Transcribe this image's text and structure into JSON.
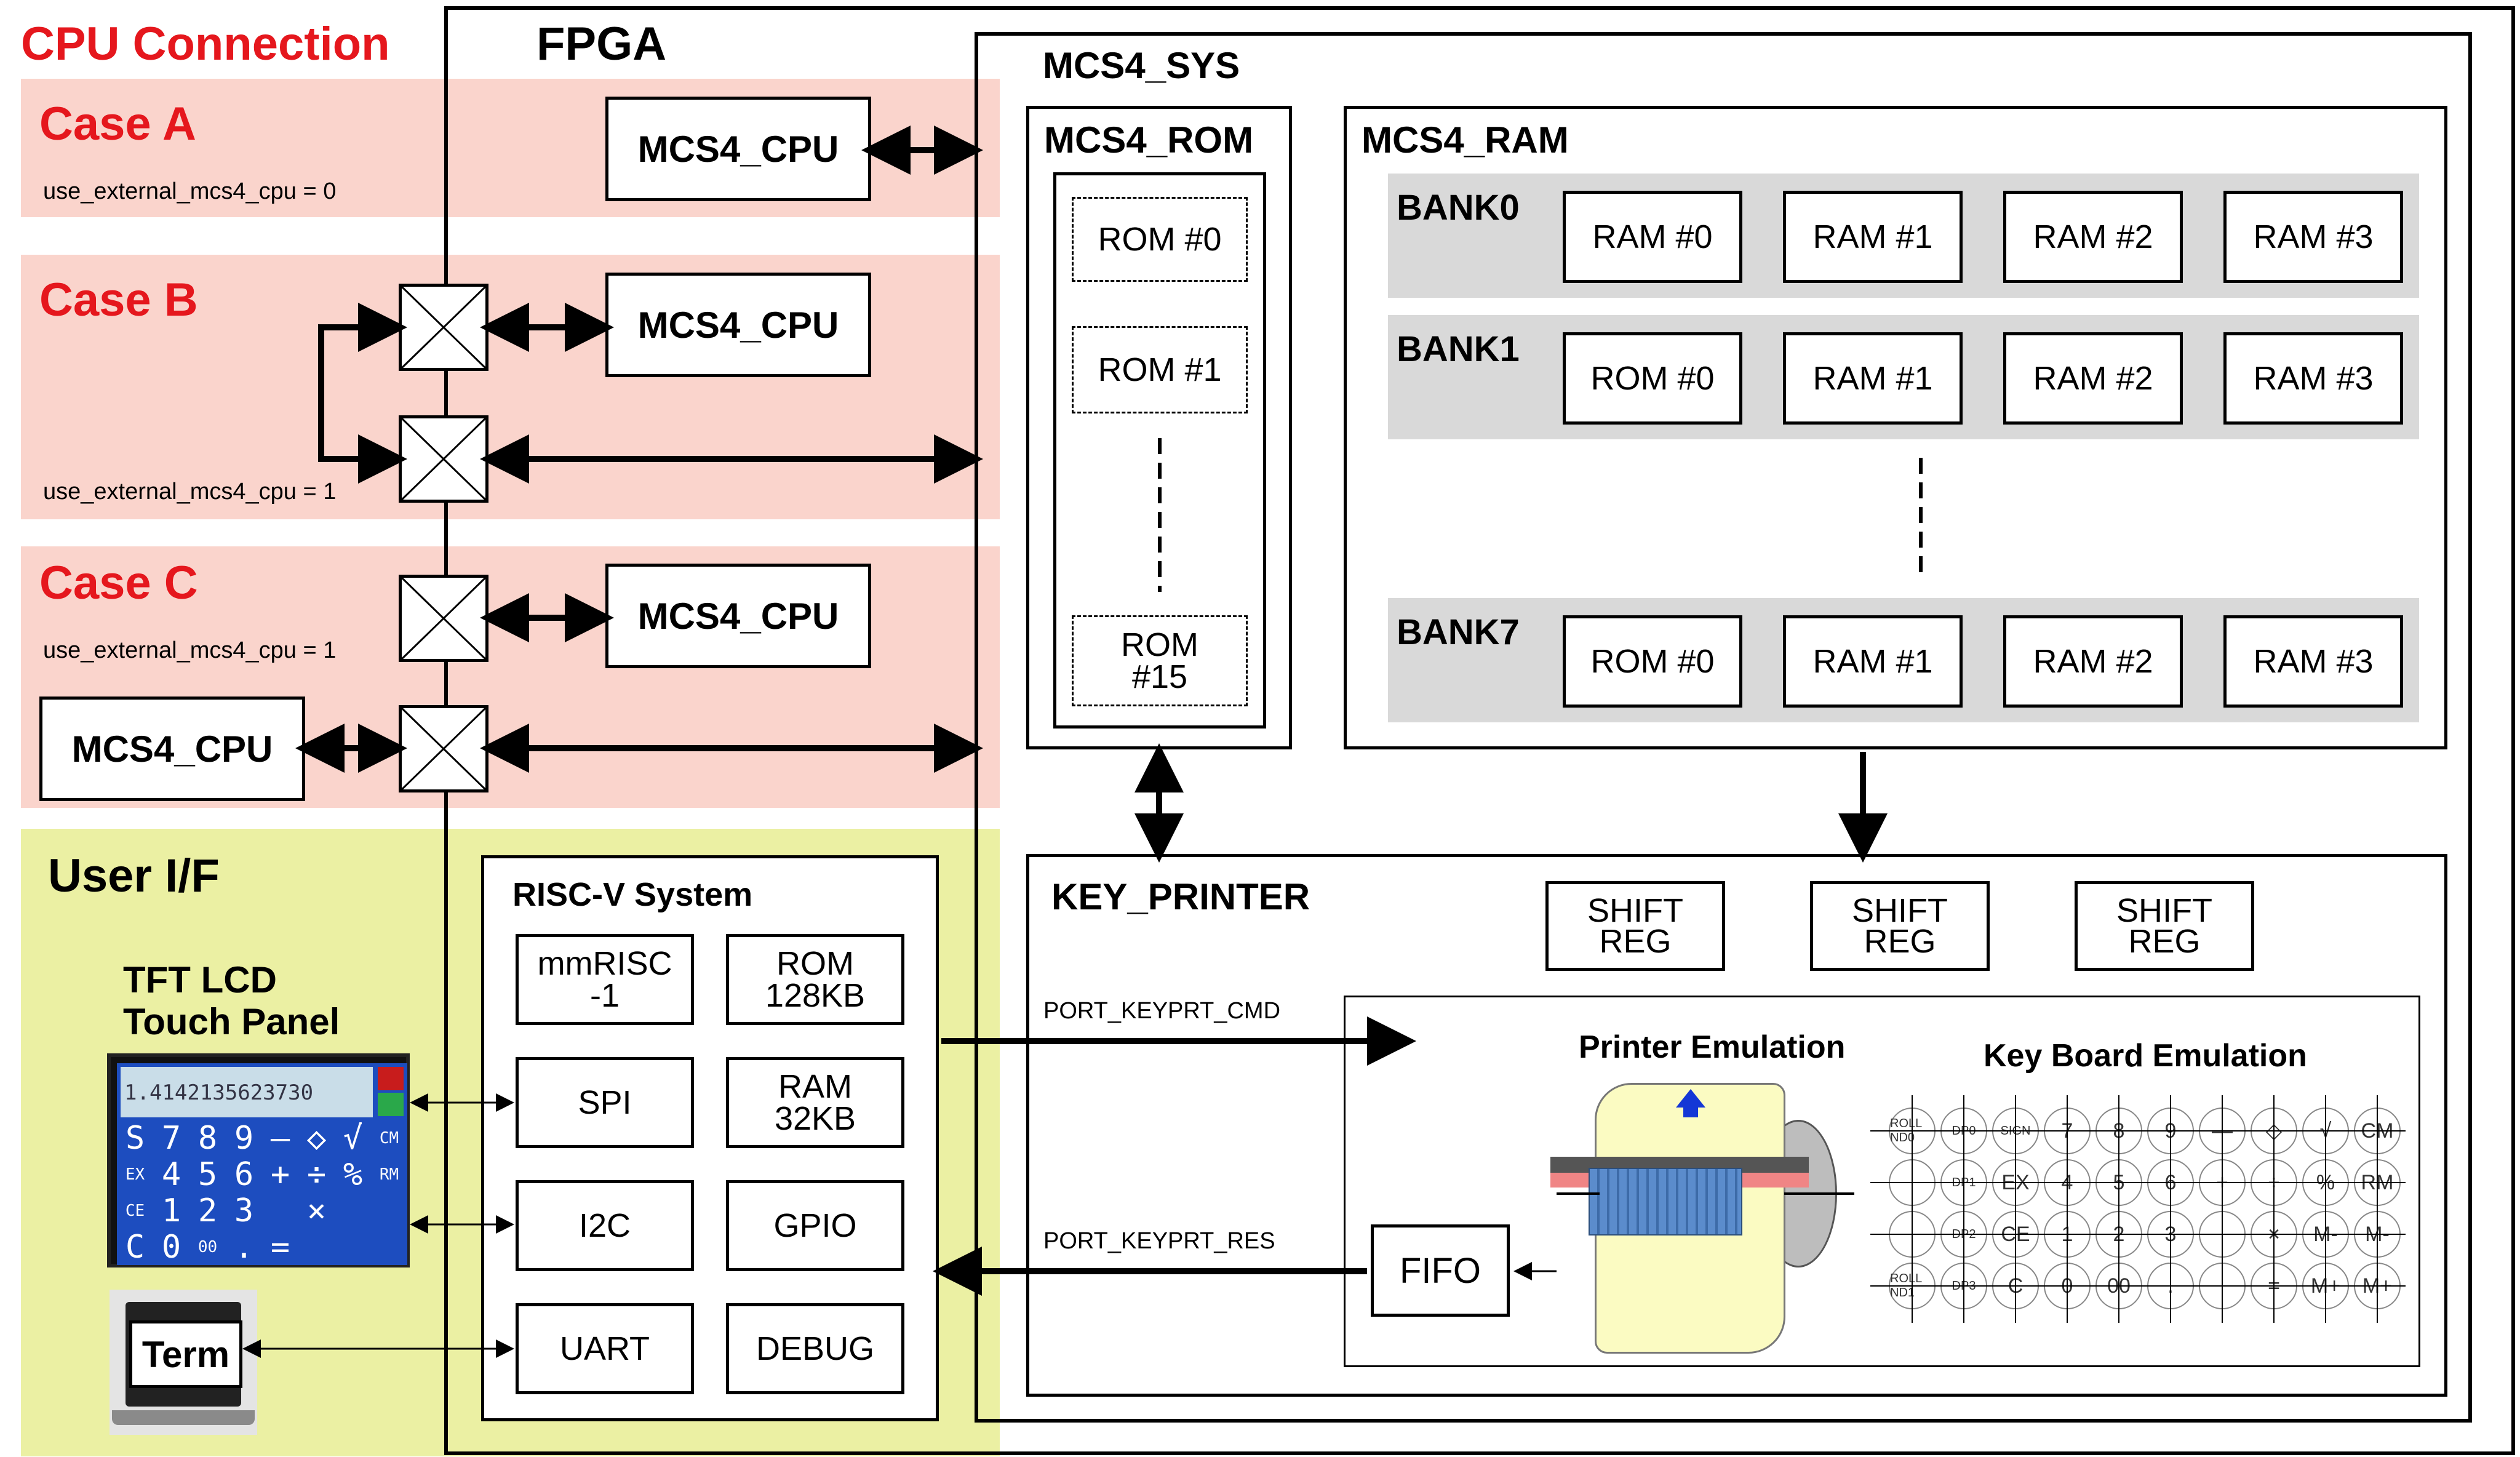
{
  "header": {
    "cpu_connection": "CPU Connection",
    "fpga": "FPGA"
  },
  "cases": [
    {
      "title": "Case A",
      "param": "use_external_mcs4_cpu = 0",
      "cpu": "MCS4_CPU"
    },
    {
      "title": "Case B",
      "param": "use_external_mcs4_cpu = 1",
      "cpu": "MCS4_CPU"
    },
    {
      "title": "Case C",
      "param": "use_external_mcs4_cpu = 1",
      "cpu": "MCS4_CPU",
      "ext_cpu": "MCS4_CPU"
    }
  ],
  "user_if": {
    "title": "User I/F",
    "lcd_line1": "TFT LCD",
    "lcd_line2": "Touch Panel",
    "term": "Term",
    "lcd_display": "1.4142135623730"
  },
  "sys": {
    "title": "MCS4_SYS"
  },
  "rom": {
    "title": "MCS4_ROM",
    "items": [
      "ROM #0",
      "ROM #1"
    ],
    "last_line1": "ROM",
    "last_line2": "#15"
  },
  "ram": {
    "title": "MCS4_RAM",
    "banks": [
      {
        "label": "BANK0",
        "cells": [
          "RAM #0",
          "RAM #1",
          "RAM #2",
          "RAM #3"
        ]
      },
      {
        "label": "BANK1",
        "cells": [
          "ROM #0",
          "RAM #1",
          "RAM #2",
          "RAM #3"
        ]
      },
      {
        "label": "BANK7",
        "cells": [
          "ROM #0",
          "RAM #1",
          "RAM #2",
          "RAM #3"
        ]
      }
    ]
  },
  "riscv": {
    "title": "RISC-V System",
    "blocks": [
      {
        "l1": "mmRISC",
        "l2": "-1"
      },
      {
        "l1": "ROM",
        "l2": "128KB"
      },
      {
        "l1": "SPI",
        "l2": ""
      },
      {
        "l1": "RAM",
        "l2": "32KB"
      },
      {
        "l1": "I2C",
        "l2": ""
      },
      {
        "l1": "GPIO",
        "l2": ""
      },
      {
        "l1": "UART",
        "l2": ""
      },
      {
        "l1": "DEBUG",
        "l2": ""
      }
    ]
  },
  "keyprinter": {
    "title": "KEY_PRINTER",
    "shift": {
      "l1": "SHIFT",
      "l2": "REG"
    },
    "port_cmd": "PORT_KEYPRT_CMD",
    "port_res": "PORT_KEYPRT_RES",
    "fifo": "FIFO",
    "printer_emu": "Printer Emulation",
    "keyboard_emu": "Key Board Emulation"
  },
  "keyboard": {
    "labels": [
      [
        "ROLL ND0",
        "DP0",
        "SIGN",
        "7",
        "8",
        "9",
        "—",
        "◇",
        "√",
        "CM"
      ],
      [
        "",
        "DP1",
        "EX",
        "4",
        "5",
        "6",
        "+",
        "÷",
        "%",
        "RM"
      ],
      [
        "",
        "DP2",
        "CE",
        "1",
        "2",
        "3",
        "",
        "×",
        "M-",
        "M-"
      ],
      [
        "ROLL ND1",
        "DP3",
        "C",
        "0",
        "00",
        ".",
        "",
        "=",
        "M+",
        "M+"
      ]
    ]
  },
  "lcd_keys": [
    [
      "S",
      "7",
      "8",
      "9",
      "—",
      "◇",
      "√",
      "CM"
    ],
    [
      "EX",
      "4",
      "5",
      "6",
      "+",
      "÷",
      "%",
      "RM"
    ],
    [
      "CE",
      "1",
      "2",
      "3",
      "",
      "×",
      "",
      ""
    ],
    [
      "C",
      "0",
      "00",
      ".",
      "=",
      "",
      "",
      ""
    ]
  ],
  "colors": {
    "case_bg": "#fad4cc",
    "userif_bg": "#ebf0a3",
    "bank_bg": "#d9d9d9",
    "red": "#e5171d",
    "lcd_bg": "#1d4dbf"
  }
}
